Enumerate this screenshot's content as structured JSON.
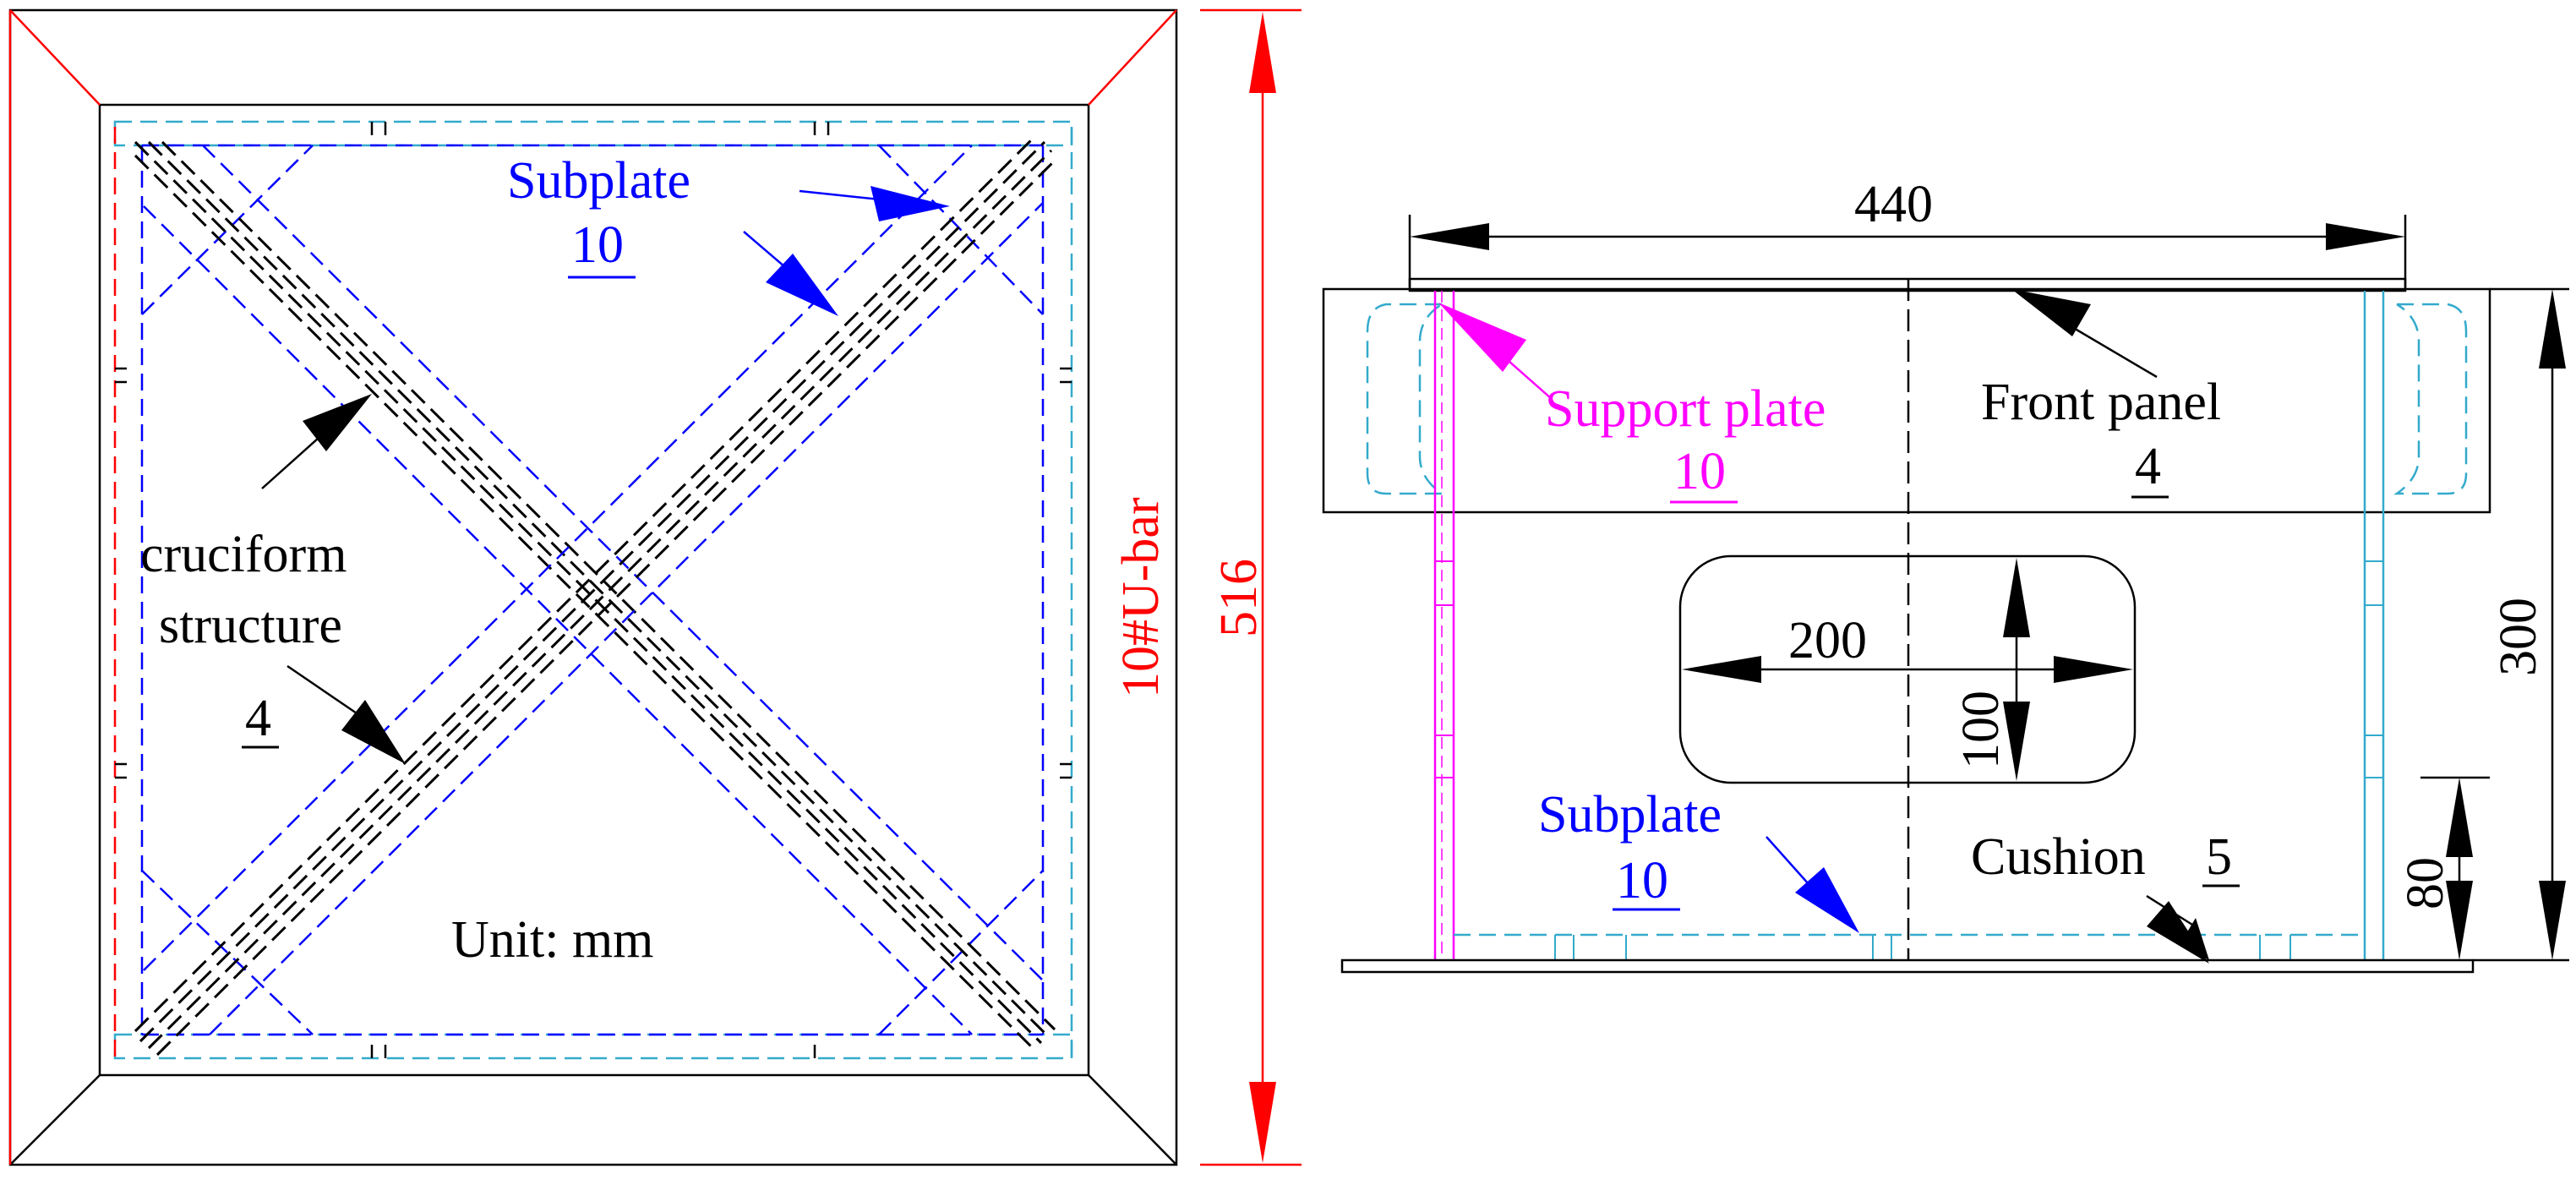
{
  "left_view": {
    "subplate_label": "Subplate",
    "subplate_thickness": "10",
    "cruciform_label_line1": "cruciform",
    "cruciform_label_line2": "structure",
    "cruciform_thickness": "4",
    "u_bar_label": "10#U-bar",
    "height_dimension": "516",
    "unit_label": "Unit: mm"
  },
  "right_view": {
    "width_dimension": "440",
    "front_panel_label": "Front panel",
    "front_panel_thickness": "4",
    "support_plate_label": "Support plate",
    "support_plate_thickness": "10",
    "opening_width": "200",
    "opening_height": "100",
    "height_dimension": "300",
    "cushion_label": "Cushion",
    "cushion_thickness": "5",
    "subplate_label": "Subplate",
    "subplate_thickness": "10",
    "bottom_height_dimension": "80"
  },
  "colors": {
    "outline": "#000000",
    "dimension": "#ff0000",
    "subplate": "#0000ff",
    "support_plate": "#ff00ff",
    "u_bar_dashed": "#33aacc"
  }
}
